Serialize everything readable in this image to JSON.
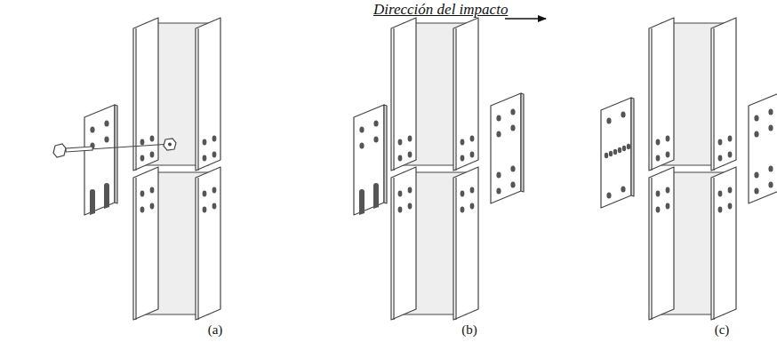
{
  "diagram": {
    "labels": [
      "Dirección del impacto",
      "(a)",
      "(b)",
      "(c)"
    ]
  }
}
